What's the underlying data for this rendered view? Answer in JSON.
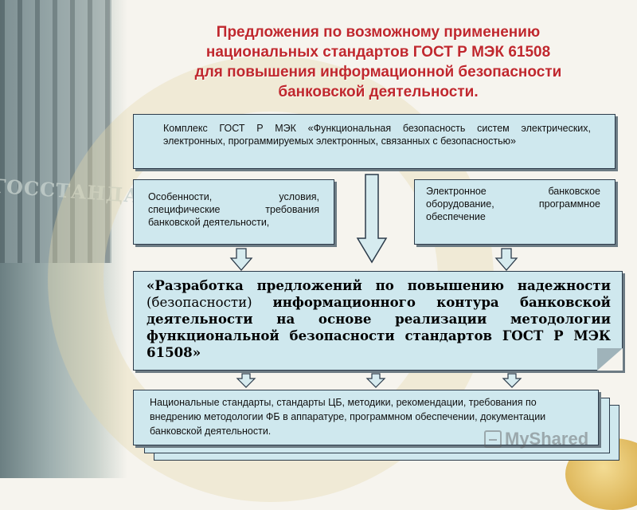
{
  "title": {
    "line1": "Предложения по возможному применению",
    "line2": "национальных стандартов ГОСТ Р МЭК 61508",
    "line3": "для повышения информационной безопасности",
    "line4": "банковской деятельности."
  },
  "background": {
    "sign_text": "ГОССТАНДАРТ РОСС",
    "watermark": "MyShared"
  },
  "boxes": {
    "top": "Комплекс ГОСТ Р МЭК «Функциональная безопасность систем электрических, электронных, программируемых электронных, связанных с безопасностью»",
    "left": "Особенности, условия, специфические требования банковской деятельности,",
    "right": "Электронное банковское оборудование, программное обеспечение",
    "center_part1": "«Разработка предложений по повышению надежности",
    "center_part2": "(безопасности)",
    "center_part3": "информационного контура банковской деятельности на основе реализации методологии функциональной безопасности стандартов ГОСТ Р МЭК 61508»",
    "bottom": "Национальные стандарты, стандарты ЦБ, методики, рекомендации, требования по внедрению методологии ФБ в аппаратуре, программном обеспечении, документации банковской деятельности."
  },
  "colors": {
    "title": "#c0282e",
    "box_fill": "#cfe8ee",
    "box_border": "#2c3b4a",
    "arrow_fill": "#d6ebef"
  }
}
